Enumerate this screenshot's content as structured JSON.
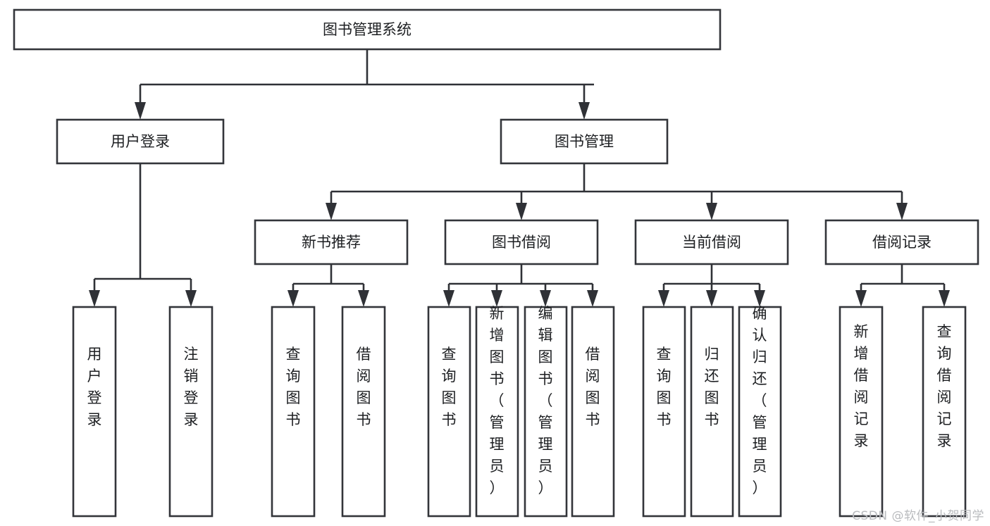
{
  "diagram": {
    "title": "图书管理系统",
    "type": "tree-hierarchy",
    "watermark": "CSDN @软件_小贺同学",
    "colors": {
      "box_fill": "#ffffff",
      "box_stroke": "#33353a",
      "connector": "#2f3136",
      "text": "#1d1f22",
      "watermark": "#b9bbbe",
      "background": "#ffffff"
    },
    "levels": {
      "root": {
        "label": "图书管理系统"
      },
      "level2": [
        {
          "label": "用户登录"
        },
        {
          "label": "图书管理"
        }
      ],
      "level3": [
        {
          "label": "新书推荐"
        },
        {
          "label": "图书借阅"
        },
        {
          "label": "当前借阅"
        },
        {
          "label": "借阅记录"
        }
      ]
    },
    "leaves": {
      "user_login": [
        {
          "label": "用户登录"
        },
        {
          "label": "注销登录"
        }
      ],
      "new_book_recommend": [
        {
          "label": "查询图书"
        },
        {
          "label": "借阅图书"
        }
      ],
      "book_borrow": [
        {
          "label": "查询图书"
        },
        {
          "label": "新增图书（管理员）"
        },
        {
          "label": "编辑图书（管理员）"
        },
        {
          "label": "借阅图书"
        }
      ],
      "current_borrow": [
        {
          "label": "查询图书"
        },
        {
          "label": "归还图书"
        },
        {
          "label": "确认归还（管理员）"
        }
      ],
      "borrow_record": [
        {
          "label": "新增借阅记录"
        },
        {
          "label": "查询借阅记录"
        }
      ]
    }
  }
}
